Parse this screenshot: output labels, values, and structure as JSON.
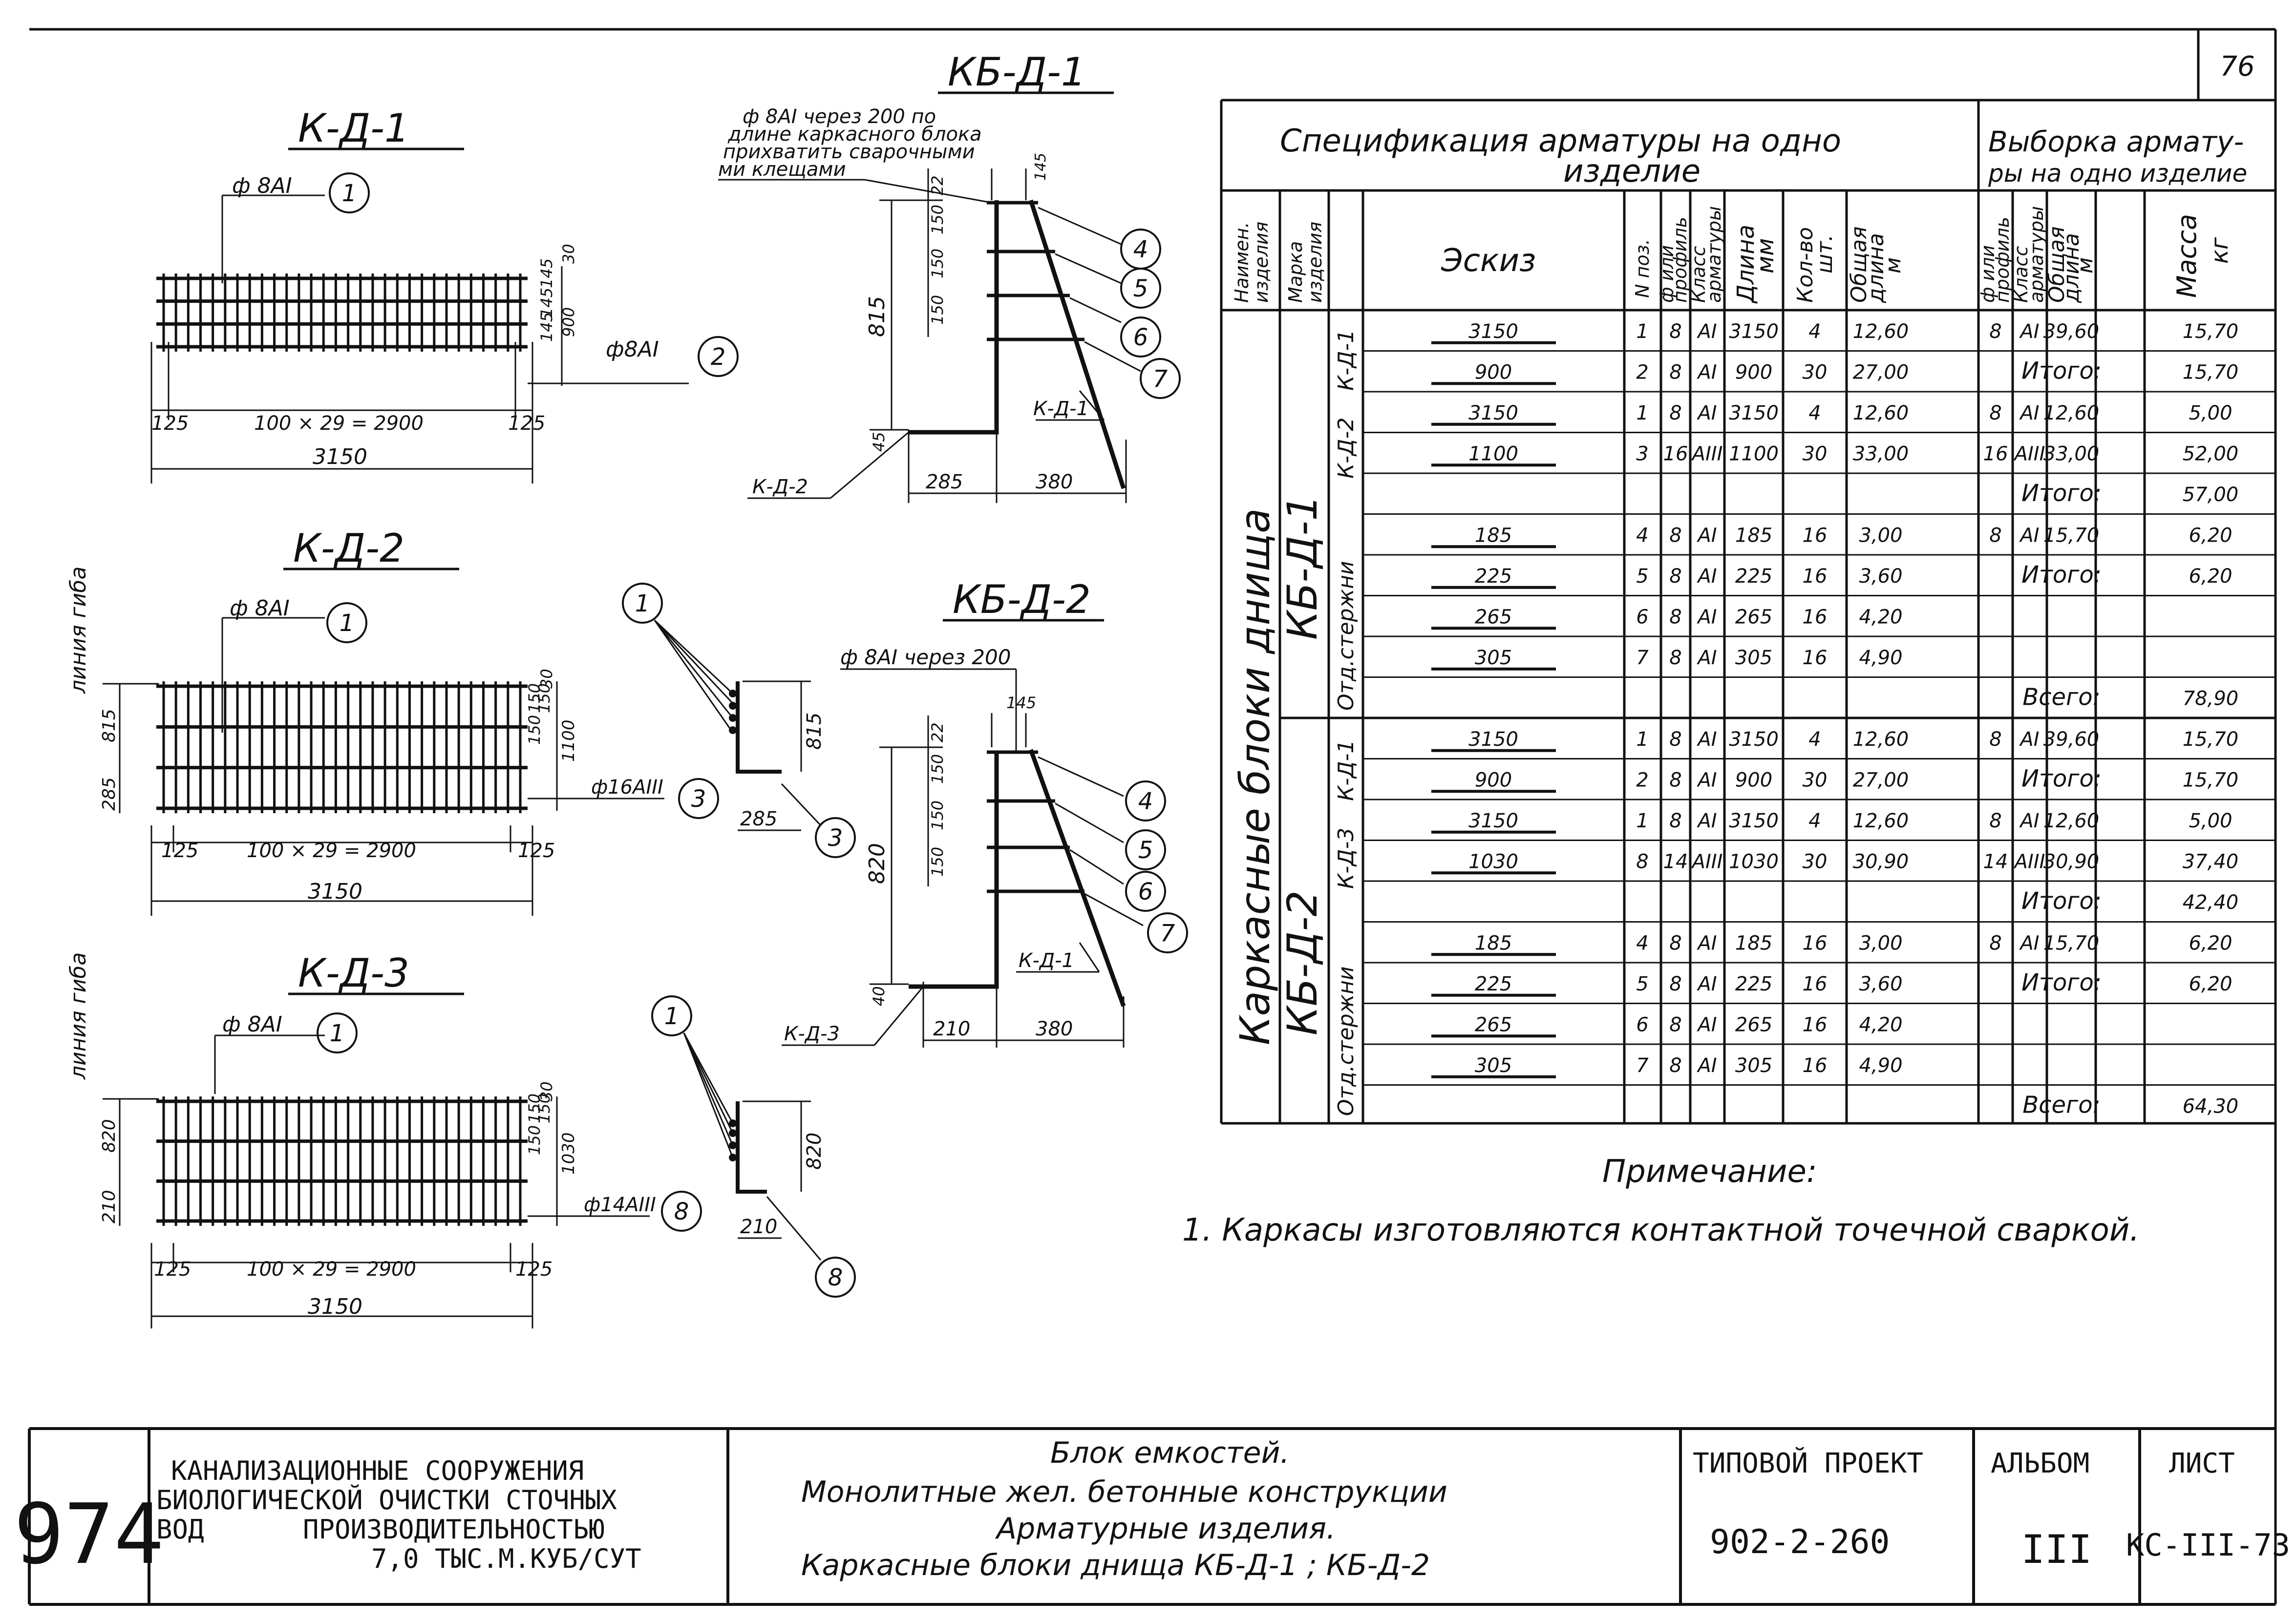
{
  "page_number": "76",
  "spec_table": {
    "title_line1": "Спецификация арматуры на одно",
    "title_line2": "изделие",
    "sample_title_line1": "Выборка армату-",
    "sample_title_line2": "ры на одно изделие",
    "headers": {
      "naimen": [
        "Наимен.",
        "изделия"
      ],
      "marka": [
        "Марка",
        "изделия"
      ],
      "eskiz": "Эскиз",
      "npos": "N поз.",
      "diam": [
        "ф или",
        "профиль"
      ],
      "klass": [
        "Класс",
        "арматуры"
      ],
      "dlina": [
        "Длина",
        "мм"
      ],
      "kol": [
        "Кол-во",
        "шт."
      ],
      "obsh": [
        "Общая",
        "длина",
        "м"
      ],
      "s_diam": [
        "ф или",
        "профиль"
      ],
      "s_klass": [
        "Класс",
        "арматуры"
      ],
      "s_obsh": [
        "Общая",
        "длина",
        "м"
      ],
      "s_massa": [
        "Масса",
        "кг"
      ]
    },
    "group_label": "Каркасные блоки днища",
    "block1_label": "КБ-Д-1",
    "block2_label": "КБ-Д-2",
    "sub_labels": {
      "kd1a": "К-Д-1",
      "kd2": "К-Д-2",
      "rods1": "Отд.стержни",
      "kd1b": "К-Д-1",
      "kd3": "К-Д-3",
      "rods2": "Отд.стержни"
    },
    "rows": [
      {
        "eskiz": "3150",
        "pos": "1",
        "d": "8",
        "kl": "АI",
        "len": "3150",
        "qty": "4",
        "tot": "12,60",
        "sd": "8",
        "skl": "АI",
        "stot": "39,60",
        "mass": "15,70"
      },
      {
        "eskiz": "900",
        "pos": "2",
        "d": "8",
        "kl": "АI",
        "len": "900",
        "qty": "30",
        "tot": "27,00",
        "s_text": "Итого:",
        "mass": "15,70"
      },
      {
        "eskiz": "3150",
        "pos": "1",
        "d": "8",
        "kl": "АI",
        "len": "3150",
        "qty": "4",
        "tot": "12,60",
        "sd": "8",
        "skl": "АI",
        "stot": "12,60",
        "mass": "5,00"
      },
      {
        "eskiz": "1100",
        "pos": "3",
        "d": "16",
        "kl": "АIII",
        "len": "1100",
        "qty": "30",
        "tot": "33,00",
        "sd": "16",
        "skl": "АIII",
        "stot": "33,00",
        "mass": "52,00"
      },
      {
        "eskiz": "",
        "pos": "",
        "d": "",
        "kl": "",
        "len": "",
        "qty": "",
        "tot": "",
        "s_text": "Итого:",
        "mass": "57,00"
      },
      {
        "eskiz": "185",
        "pos": "4",
        "d": "8",
        "kl": "АI",
        "len": "185",
        "qty": "16",
        "tot": "3,00",
        "sd": "8",
        "skl": "АI",
        "stot": "15,70",
        "mass": "6,20"
      },
      {
        "eskiz": "225",
        "pos": "5",
        "d": "8",
        "kl": "АI",
        "len": "225",
        "qty": "16",
        "tot": "3,60",
        "s_text": "Итого:",
        "mass": "6,20"
      },
      {
        "eskiz": "265",
        "pos": "6",
        "d": "8",
        "kl": "АI",
        "len": "265",
        "qty": "16",
        "tot": "4,20"
      },
      {
        "eskiz": "305",
        "pos": "7",
        "d": "8",
        "kl": "АI",
        "len": "305",
        "qty": "16",
        "tot": "4,90"
      },
      {
        "eskiz": "",
        "pos": "",
        "d": "",
        "kl": "",
        "len": "",
        "qty": "",
        "tot": "",
        "s_text": "Всего:",
        "mass": "78,90"
      },
      {
        "eskiz": "3150",
        "pos": "1",
        "d": "8",
        "kl": "АI",
        "len": "3150",
        "qty": "4",
        "tot": "12,60",
        "sd": "8",
        "skl": "АI",
        "stot": "39,60",
        "mass": "15,70"
      },
      {
        "eskiz": "900",
        "pos": "2",
        "d": "8",
        "kl": "АI",
        "len": "900",
        "qty": "30",
        "tot": "27,00",
        "s_text": "Итого:",
        "mass": "15,70"
      },
      {
        "eskiz": "3150",
        "pos": "1",
        "d": "8",
        "kl": "АI",
        "len": "3150",
        "qty": "4",
        "tot": "12,60",
        "sd": "8",
        "skl": "АI",
        "stot": "12,60",
        "mass": "5,00"
      },
      {
        "eskiz": "1030",
        "pos": "8",
        "d": "14",
        "kl": "АIII",
        "len": "1030",
        "qty": "30",
        "tot": "30,90",
        "sd": "14",
        "skl": "АIII",
        "stot": "30,90",
        "mass": "37,40"
      },
      {
        "eskiz": "",
        "pos": "",
        "d": "",
        "kl": "",
        "len": "",
        "qty": "",
        "tot": "",
        "s_text": "Итого:",
        "mass": "42,40"
      },
      {
        "eskiz": "185",
        "pos": "4",
        "d": "8",
        "kl": "АI",
        "len": "185",
        "qty": "16",
        "tot": "3,00",
        "sd": "8",
        "skl": "АI",
        "stot": "15,70",
        "mass": "6,20"
      },
      {
        "eskiz": "225",
        "pos": "5",
        "d": "8",
        "kl": "АI",
        "len": "225",
        "qty": "16",
        "tot": "3,60",
        "s_text": "Итого:",
        "mass": "6,20"
      },
      {
        "eskiz": "265",
        "pos": "6",
        "d": "8",
        "kl": "АI",
        "len": "265",
        "qty": "16",
        "tot": "4,20"
      },
      {
        "eskiz": "305",
        "pos": "7",
        "d": "8",
        "kl": "АI",
        "len": "305",
        "qty": "16",
        "tot": "4,90"
      },
      {
        "eskiz": "",
        "pos": "",
        "d": "",
        "kl": "",
        "len": "",
        "qty": "",
        "tot": "",
        "s_text": "Всего:",
        "mass": "64,30"
      }
    ]
  },
  "note": {
    "title": "Примечание:",
    "item1": "1. Каркасы изготовляются контактной точечной сваркой."
  },
  "drawings": {
    "kd1": {
      "title": "К-Д-1",
      "bar1_label": "ф 8АI",
      "bar1_pos": "1",
      "bar2_label": "ф8АI",
      "bar2_pos": "2",
      "dim_left": "125",
      "dim_mid": "100 × 29 = 2900",
      "dim_right": "125",
      "dim_total": "3150",
      "dim_v1": "30",
      "dim_v2": "145",
      "dim_v3": "145",
      "dim_v4": "145",
      "dim_v5": "900"
    },
    "kd2": {
      "title": "К-Д-2",
      "bend_line": "линия гиба",
      "bar1_label": "ф 8АI",
      "bar1_pos": "1",
      "bar3_label": "ф16АIII",
      "bar3_pos": "3",
      "dim_left_top": "815",
      "dim_left_bot": "285",
      "dim_v1": "30",
      "dim_v2": "150",
      "dim_v3": "150",
      "dim_v4": "150",
      "dim_v5": "1100",
      "dim_left": "125",
      "dim_mid": "100 × 29 = 2900",
      "dim_right": "125",
      "dim_total": "3150"
    },
    "kd3": {
      "title": "К-Д-3",
      "bend_line": "линия гиба",
      "bar1_label": "ф 8АI",
      "bar1_pos": "1",
      "bar8_label": "ф14АIII",
      "bar8_pos": "8",
      "dim_left_top": "820",
      "dim_left_bot": "210",
      "dim_v1": "30",
      "dim_v2": "150",
      "dim_v3": "150",
      "dim_v4": "150",
      "dim_v5": "1030",
      "dim_left": "125",
      "dim_mid": "100 × 29 = 2900",
      "dim_right": "125",
      "dim_total": "3150"
    },
    "kbd1": {
      "title": "КБ-Д-1",
      "note_line1": "ф 8АI через 200 по",
      "note_line2": "длине каркасного блока",
      "note_line3": "прихватить сварочными",
      "note_line4": "ми клещами",
      "dim_top": "145",
      "dim_v0": "22",
      "dim_v1": "150",
      "dim_v2": "150",
      "dim_v3": "150",
      "dim_vtot": "815",
      "dim_vbot": "45",
      "dim_h1": "285",
      "dim_h2": "380",
      "label_kd1": "К-Д-1",
      "label_kd2": "К-Д-2",
      "pos": [
        "4",
        "5",
        "6",
        "7"
      ]
    },
    "kbd2": {
      "title": "КБ-Д-2",
      "note_line1": "ф 8АI через 200",
      "dim_top": "145",
      "dim_v0": "22",
      "dim_v1": "150",
      "dim_v2": "150",
      "dim_v3": "150",
      "dim_vtot": "820",
      "dim_vbot": "40",
      "dim_h1": "210",
      "dim_h2": "380",
      "label_kd1": "К-Д-1",
      "label_kd3": "К-Д-3",
      "pos": [
        "4",
        "5",
        "6",
        "7"
      ]
    },
    "detail2": {
      "pos_top": "1",
      "dim_v": "815",
      "dim_h": "285",
      "pos_bar": "3"
    },
    "detail3": {
      "pos_top": "1",
      "dim_v": "820",
      "dim_h": "210",
      "pos_bar": "8"
    }
  },
  "title_block": {
    "archive_no": "974",
    "org_line1": "КАНАЛИЗАЦИОННЫЕ СООРУЖЕНИЯ",
    "org_line2": "БИОЛОГИЧЕСКОЙ ОЧИСТКИ СТОЧНЫХ",
    "org_line3a": "ВОД",
    "org_line3b": "ПРОИЗВОДИТЕЛЬНОСТЬЮ",
    "org_line4": "7,0 ТЫС.М.КУБ/СУТ",
    "desc_line1": "Блок емкостей.",
    "desc_line2": "Монолитные жел. бетонные конструкции",
    "desc_line3": "Арматурные изделия.",
    "desc_line4": "Каркасные блоки днища КБ-Д-1 ; КБ-Д-2",
    "project_label": "ТИПОВОЙ ПРОЕКТ",
    "project_no": "902-2-260",
    "album_label": "АЛЬБОМ",
    "album_no": "III",
    "sheet_label": "ЛИСТ",
    "sheet_no": "КС-III-73"
  }
}
